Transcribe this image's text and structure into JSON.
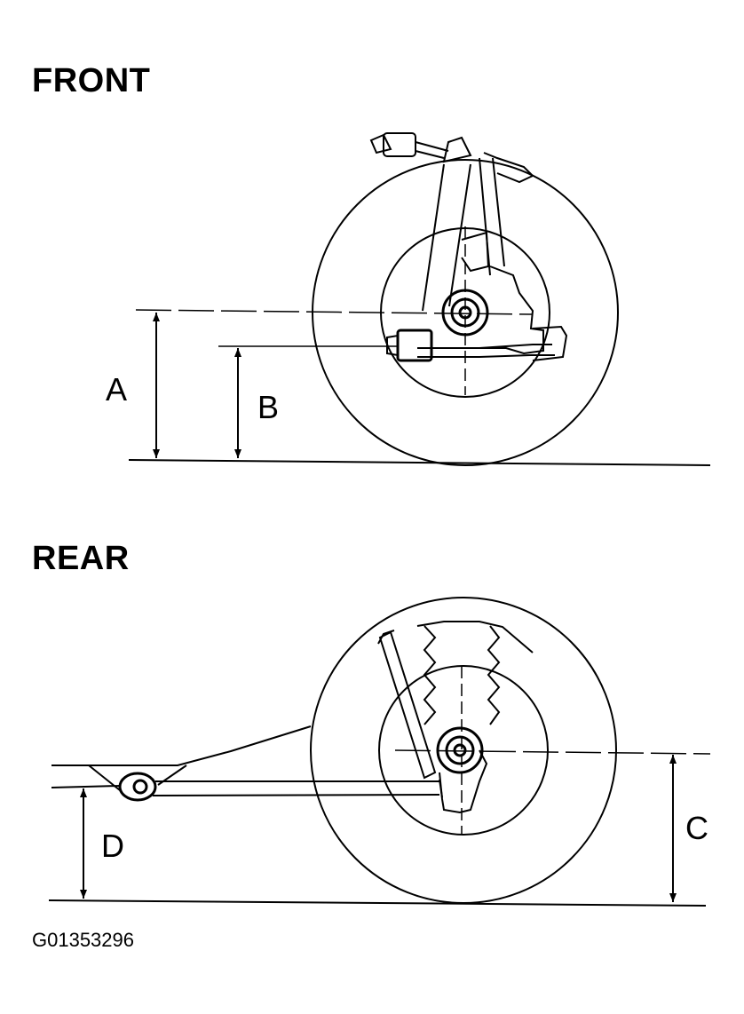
{
  "front": {
    "title": "FRONT",
    "dimension_labels": {
      "a": "A",
      "b": "B"
    }
  },
  "rear": {
    "title": "REAR",
    "dimension_labels": {
      "c": "C",
      "d": "D"
    }
  },
  "figure_id": "G01353296",
  "colors": {
    "line": "#000000",
    "background": "#ffffff"
  }
}
